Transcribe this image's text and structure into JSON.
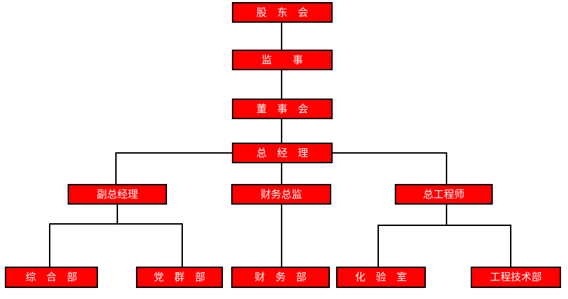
{
  "org_chart": {
    "type": "org-tree",
    "colors": {
      "background": "#FFFFFF",
      "node_fill": "#FF0000",
      "node_border": "#000000",
      "node_text": "#FFFFFF",
      "connector": "#000000"
    },
    "nodes": [
      {
        "id": "shareholders-meeting",
        "label": "股　东　会",
        "level": 1
      },
      {
        "id": "supervisor",
        "label": "监　　事",
        "level": 2
      },
      {
        "id": "board-of-directors",
        "label": "董　事　会",
        "level": 3
      },
      {
        "id": "general-manager",
        "label": "总　经　理",
        "level": 4
      },
      {
        "id": "deputy-general-manager",
        "label": "副总经理",
        "level": 5
      },
      {
        "id": "finance-director",
        "label": "财务总监",
        "level": 5
      },
      {
        "id": "chief-engineer",
        "label": "总工程师",
        "level": 5
      },
      {
        "id": "general-department",
        "label": "综　合　部",
        "level": 6
      },
      {
        "id": "party-mass-department",
        "label": "党　群　部",
        "level": 6
      },
      {
        "id": "finance-department",
        "label": "财　务　部",
        "level": 6
      },
      {
        "id": "laboratory",
        "label": "化　验　室",
        "level": 6
      },
      {
        "id": "engineering-technology-department",
        "label": "工程技术部",
        "level": 6
      }
    ],
    "edges": [
      [
        "shareholders-meeting",
        "supervisor"
      ],
      [
        "supervisor",
        "board-of-directors"
      ],
      [
        "board-of-directors",
        "general-manager"
      ],
      [
        "general-manager",
        "deputy-general-manager"
      ],
      [
        "general-manager",
        "finance-director"
      ],
      [
        "general-manager",
        "chief-engineer"
      ],
      [
        "deputy-general-manager",
        "general-department"
      ],
      [
        "deputy-general-manager",
        "party-mass-department"
      ],
      [
        "finance-director",
        "finance-department"
      ],
      [
        "chief-engineer",
        "laboratory"
      ],
      [
        "chief-engineer",
        "engineering-technology-department"
      ]
    ]
  }
}
